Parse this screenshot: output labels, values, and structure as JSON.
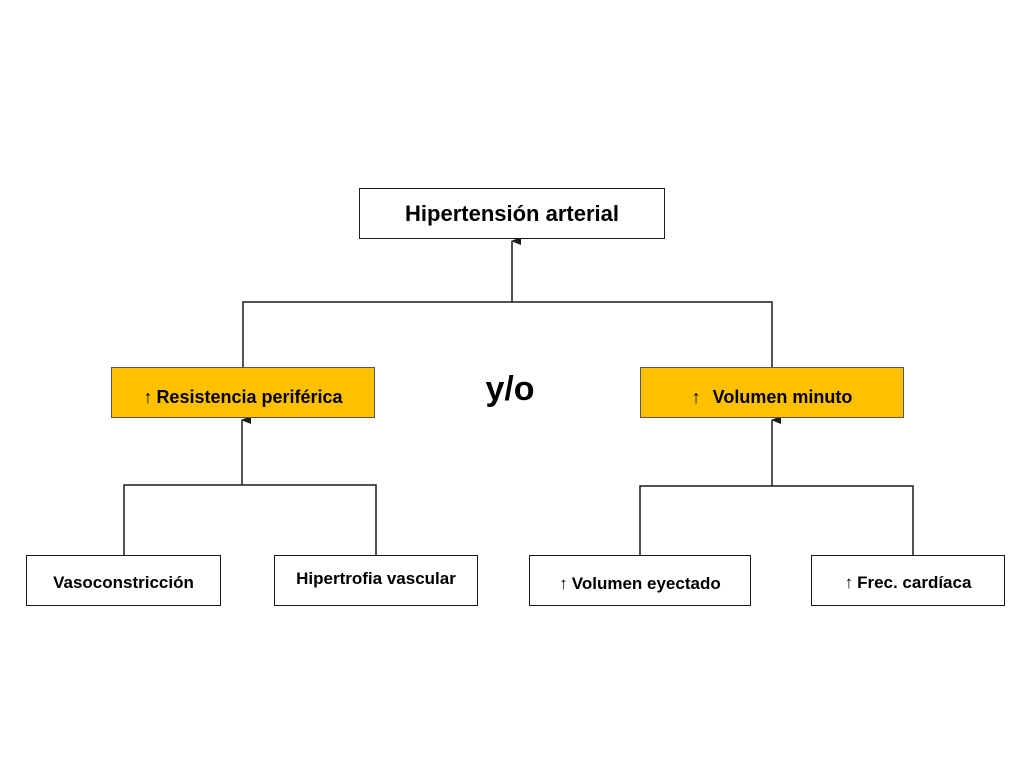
{
  "diagram": {
    "root": {
      "label": "Hipertensión arterial"
    },
    "connector": "y/o",
    "arrow_symbol": "↑",
    "colors": {
      "accent_fill": "#ffc000",
      "line": "#1a1a1a",
      "box_fill": "#ffffff",
      "text": "#000000"
    },
    "branches": [
      {
        "label": "Resistencia periférica",
        "arrow": true,
        "children": [
          {
            "label": "Vasoconstricción",
            "arrow": false
          },
          {
            "label": "Hipertrofia vascular",
            "arrow": false
          }
        ]
      },
      {
        "label": "Volumen minuto",
        "arrow": true,
        "children": [
          {
            "label": "Volumen eyectado",
            "arrow": true
          },
          {
            "label": "Frec. cardíaca",
            "arrow": true
          }
        ]
      }
    ]
  }
}
